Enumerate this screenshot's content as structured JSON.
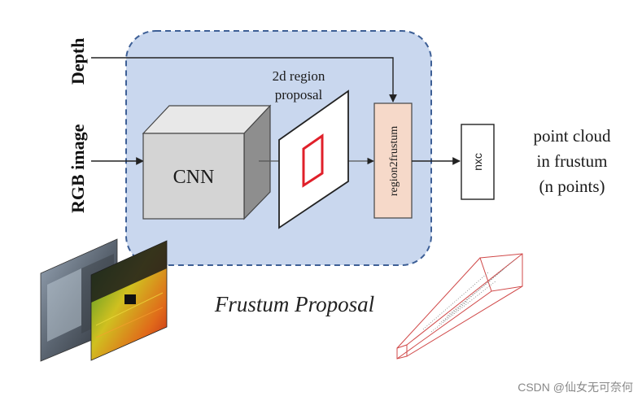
{
  "inputs": {
    "depth_label": "Depth",
    "rgb_label": "RGB image"
  },
  "blocks": {
    "cnn_label": "CNN",
    "region_proposal_line1": "2d region",
    "region_proposal_line2": "proposal",
    "region2frustum_label": "region2frustum",
    "nxc_label": "nxc"
  },
  "output": {
    "line1": "point cloud",
    "line2": "in frustum",
    "line3": "(n points)"
  },
  "stage_title": "Frustum Proposal",
  "watermark": "CSDN @仙女无可奈何",
  "colors": {
    "proposal_bg": "#c9d7ee",
    "proposal_border": "#3d5f96",
    "region2frustum_fill": "#f6d9c9",
    "highlight_red": "#e0202a",
    "frustum_red": "#d04848"
  }
}
